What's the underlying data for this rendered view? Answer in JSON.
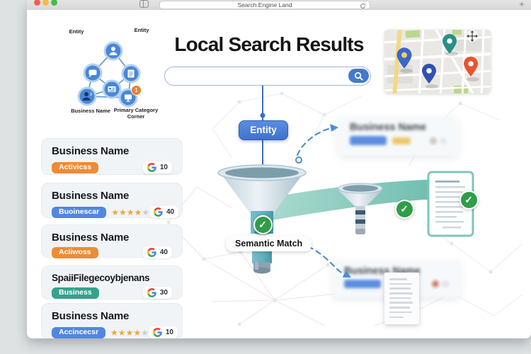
{
  "browser": {
    "page_title": "Search Engine Land",
    "new_tab_button": "+"
  },
  "infographic": {
    "title": "Local Search Results",
    "diagram": {
      "entity_label_left": "Entity",
      "entity_label_right": "Entity",
      "business_name_label": "Business Name",
      "primary_category_label": "Primary Category",
      "primary_category_label_line2": "Corner",
      "notification_badge": "1"
    },
    "flow": {
      "entity_node_label": "Entity",
      "semantic_match_label": "Semantic Match"
    },
    "results": {
      "cards": [
        {
          "title": "Business Name",
          "badge": "Activicss",
          "badge_color": "#ef8b33",
          "g_count": "10"
        },
        {
          "title": "Business Name",
          "badge": "Buoinescar",
          "badge_color": "#5286e0",
          "stars_filled": "★★★★",
          "stars_empty": "★",
          "g_count": "40"
        },
        {
          "title": "Business Name",
          "badge": "Acliwoss",
          "badge_color": "#ef8b33",
          "g_count": "40"
        },
        {
          "title": "SpaiiFilegecoybjenans",
          "badge": "Business",
          "badge_color": "#34a38d",
          "g_count": "30"
        },
        {
          "title": "Business Name",
          "badge": "Accincecsr",
          "badge_color": "#5286e0",
          "stars_filled": "★★★★",
          "stars_empty": "★",
          "g_count": "10"
        }
      ]
    },
    "blurred_cards": {
      "top": {
        "title": "Business Name"
      },
      "bottom": {
        "title": "Business Name"
      }
    },
    "colors": {
      "primary_blue": "#4a82d8",
      "line_blue": "#3a6cc0",
      "ribbon_teal": "#55b2a1",
      "green_check": "#2f9e47",
      "orange_badge": "#ef8b33",
      "blue_badge": "#5286e0",
      "green_badge": "#34a38d",
      "star_gold": "#f0a63a",
      "pin_teal": "#2a8f88",
      "pin_blue": "#3a67c9",
      "pin_orange": "#e8542c",
      "road_yellow": "#f2d885"
    }
  }
}
